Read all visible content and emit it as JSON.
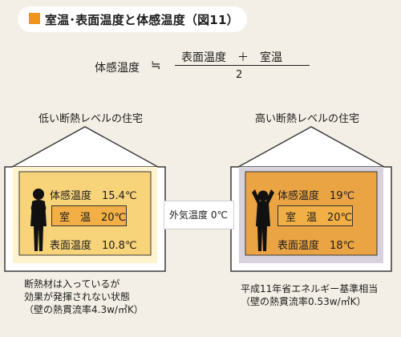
{
  "title": "室温･表面温度と体感温度（図11）",
  "formula": {
    "lhs": "体感温度",
    "approx": "≒",
    "numerator": "表面温度　＋　室温",
    "denominator": "2"
  },
  "outside": {
    "label": "外気温度 0℃"
  },
  "houses": [
    {
      "label": "低い断熱レベルの住宅",
      "feel": "体感温度　15.4℃",
      "room": "室　温　20℃",
      "surface": "表面温度　10.8℃",
      "note": [
        "断熱材は入っているが",
        "効果が発揮されない状態",
        "（壁の熱貫流率4.3w/㎡K）"
      ]
    },
    {
      "label": "高い断熱レベルの住宅",
      "feel": "体感温度　19℃",
      "room": "室　温　20℃",
      "surface": "表面温度　18℃",
      "note": [
        "平成11年省エネルギー基準相当",
        "（壁の熱貫流率0.53w/㎡K）"
      ]
    }
  ],
  "colors": {
    "background": "#f4efe6",
    "accent": "#f0941e",
    "wall_low": "#fff2cf",
    "wall_high": "#d8d2dc",
    "room": "#f2af46",
    "inner_low": "#f7d37a",
    "inner_high": "#eba444"
  }
}
